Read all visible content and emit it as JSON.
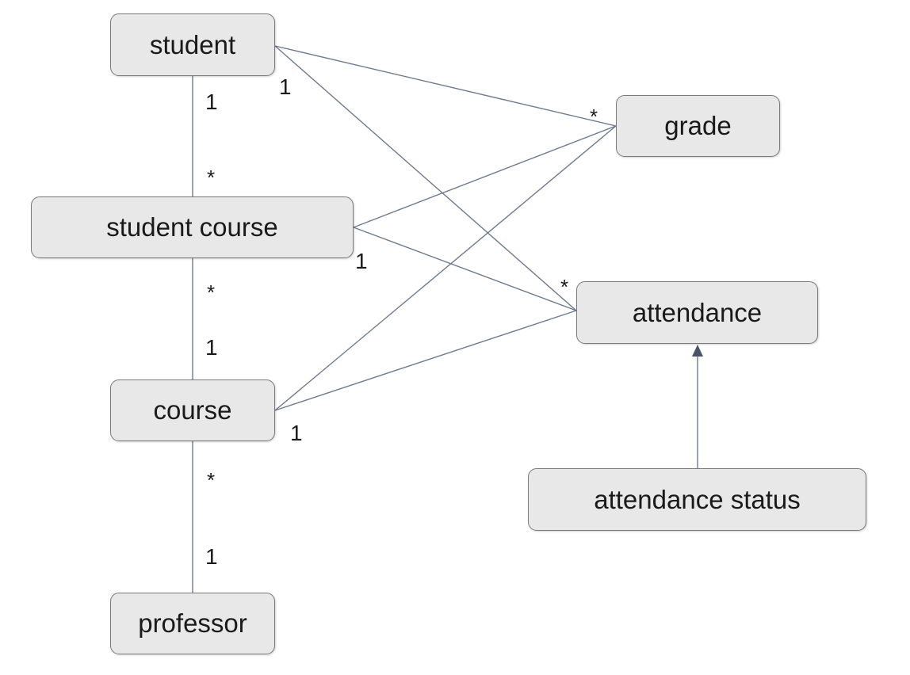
{
  "colors": {
    "node_fill": "#e8e8e8",
    "node_border": "#7a7a7a",
    "edge": "#6e7a90",
    "arrow": "#4a5468",
    "text": "#1a1a1a"
  },
  "nodes": {
    "student": "student",
    "student_course": "student course",
    "course": "course",
    "professor": "professor",
    "grade": "grade",
    "attendance": "attendance",
    "attendance_status": "attendance status"
  },
  "multiplicities": {
    "student_top": "1",
    "student_course_top": "*",
    "student_course_bottom": "*",
    "course_top": "1",
    "course_bottom": "*",
    "professor_top": "1",
    "student_right": "1",
    "student_course_right": "1",
    "course_right": "1",
    "grade_left": "*",
    "attendance_left": "*"
  },
  "relationships": [
    {
      "from": "student",
      "to": "student course"
    },
    {
      "from": "student course",
      "to": "course"
    },
    {
      "from": "course",
      "to": "professor"
    },
    {
      "from": "student",
      "to": "grade"
    },
    {
      "from": "student",
      "to": "attendance"
    },
    {
      "from": "student course",
      "to": "grade"
    },
    {
      "from": "student course",
      "to": "attendance"
    },
    {
      "from": "course",
      "to": "grade"
    },
    {
      "from": "course",
      "to": "attendance"
    },
    {
      "from": "attendance status",
      "to": "attendance",
      "type": "inheritance"
    }
  ]
}
